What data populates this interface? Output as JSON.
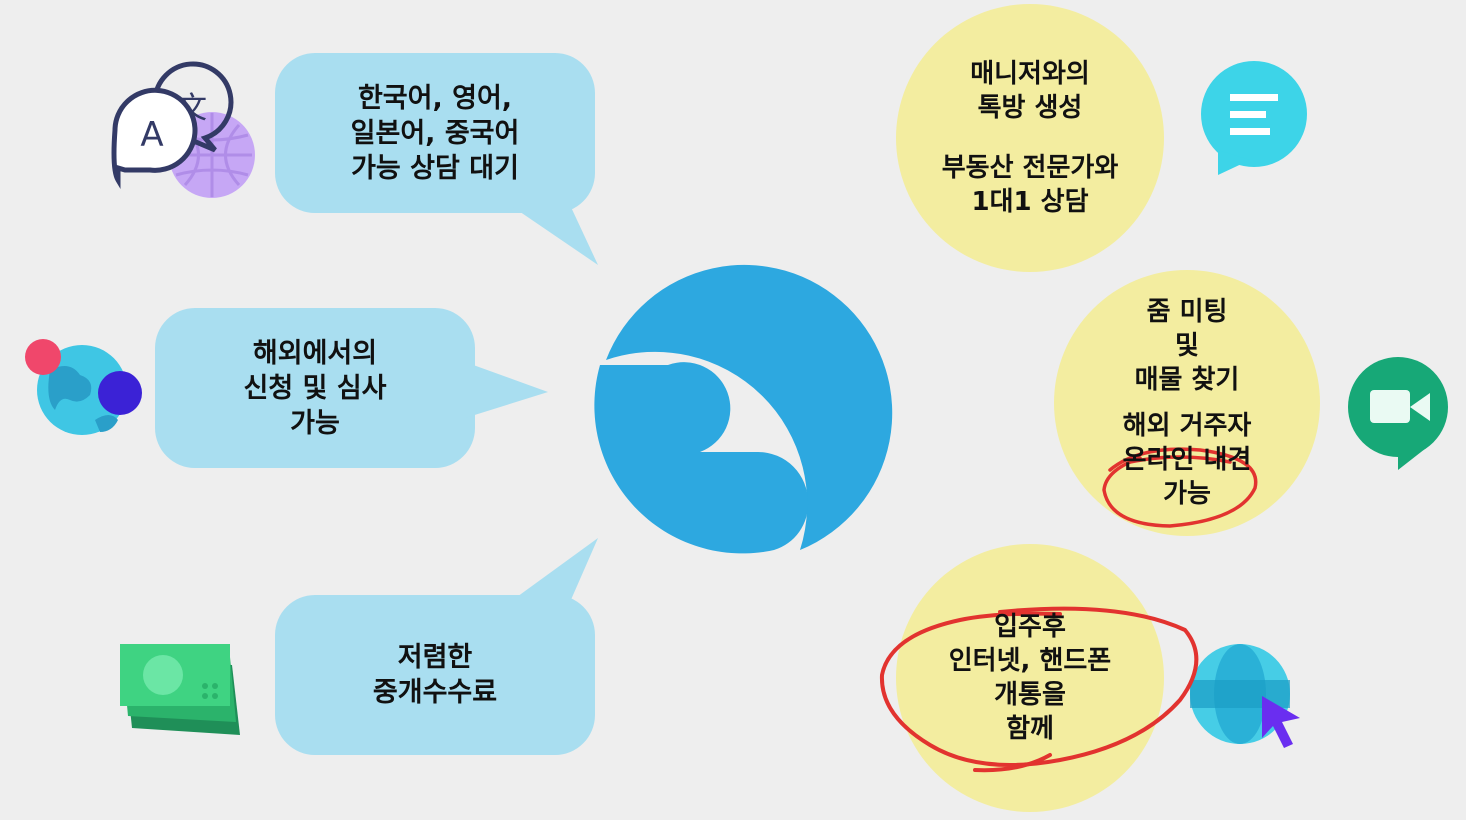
{
  "left_bubbles": [
    {
      "lines": [
        "한국어, 영어,",
        "일본어, 중국어",
        "가능 상담 대기"
      ],
      "icon": "translate-icon"
    },
    {
      "lines": [
        "해외에서의",
        "신청 및 심사",
        "가능"
      ],
      "icon": "globe-people-icon"
    },
    {
      "lines": [
        "저렴한",
        "중개수수료"
      ],
      "icon": "money-icon"
    }
  ],
  "right_circles": [
    {
      "group1": [
        "매니저와의",
        "톡방 생성"
      ],
      "group2": [
        "부동산 전문가와",
        "1대1 상담"
      ],
      "icon": "chat-icon"
    },
    {
      "group1": [
        "줌 미팅",
        "및",
        "매물 찾기"
      ],
      "group2": [
        "해외 거주자",
        "온라인 내견",
        "가능"
      ],
      "icon": "video-meeting-icon"
    },
    {
      "group1": [
        "입주후",
        "인터넷, 핸드폰",
        "개통을",
        "함께"
      ],
      "icon": "globe-cursor-icon"
    }
  ],
  "colors": {
    "background": "#eeeeee",
    "bubble": "#a9def0",
    "circle": "#f3eda0",
    "logo": "#2da8e0",
    "highlight": "#e2332f"
  }
}
